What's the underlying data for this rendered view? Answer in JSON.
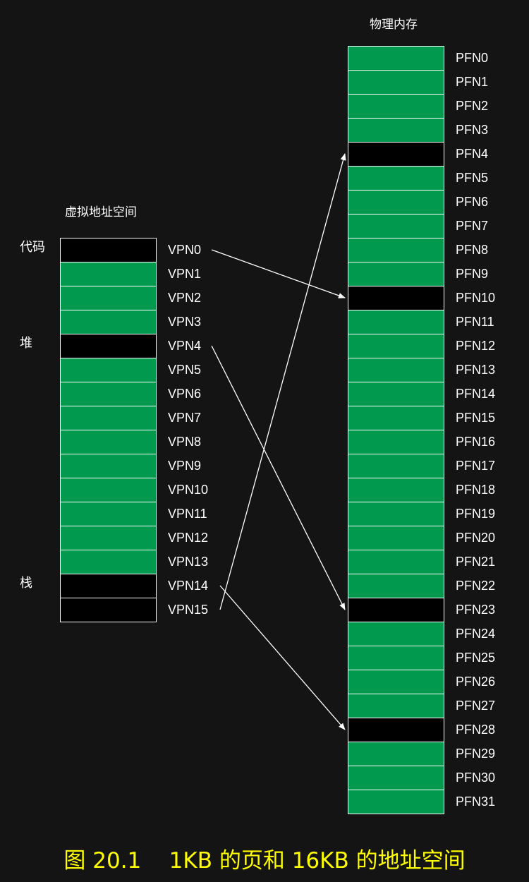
{
  "virtual": {
    "title": "虚拟地址空间",
    "pages": [
      {
        "label": "VPN0",
        "mapped": false
      },
      {
        "label": "VPN1",
        "mapped": true
      },
      {
        "label": "VPN2",
        "mapped": true
      },
      {
        "label": "VPN3",
        "mapped": true
      },
      {
        "label": "VPN4",
        "mapped": false
      },
      {
        "label": "VPN5",
        "mapped": true
      },
      {
        "label": "VPN6",
        "mapped": true
      },
      {
        "label": "VPN7",
        "mapped": true
      },
      {
        "label": "VPN8",
        "mapped": true
      },
      {
        "label": "VPN9",
        "mapped": true
      },
      {
        "label": "VPN10",
        "mapped": true
      },
      {
        "label": "VPN11",
        "mapped": true
      },
      {
        "label": "VPN12",
        "mapped": true
      },
      {
        "label": "VPN13",
        "mapped": true
      },
      {
        "label": "VPN14",
        "mapped": false
      },
      {
        "label": "VPN15",
        "mapped": false
      }
    ],
    "segments": [
      {
        "label": "代码",
        "page": 0
      },
      {
        "label": "堆",
        "page": 4
      },
      {
        "label": "栈",
        "page": 14
      }
    ]
  },
  "physical": {
    "title": "物理内存",
    "frames": [
      {
        "label": "PFN0",
        "used": true
      },
      {
        "label": "PFN1",
        "used": true
      },
      {
        "label": "PFN2",
        "used": true
      },
      {
        "label": "PFN3",
        "used": true
      },
      {
        "label": "PFN4",
        "used": false
      },
      {
        "label": "PFN5",
        "used": true
      },
      {
        "label": "PFN6",
        "used": true
      },
      {
        "label": "PFN7",
        "used": true
      },
      {
        "label": "PFN8",
        "used": true
      },
      {
        "label": "PFN9",
        "used": true
      },
      {
        "label": "PFN10",
        "used": false
      },
      {
        "label": "PFN11",
        "used": true
      },
      {
        "label": "PFN12",
        "used": true
      },
      {
        "label": "PFN13",
        "used": true
      },
      {
        "label": "PFN14",
        "used": true
      },
      {
        "label": "PFN15",
        "used": true
      },
      {
        "label": "PFN16",
        "used": true
      },
      {
        "label": "PFN17",
        "used": true
      },
      {
        "label": "PFN18",
        "used": true
      },
      {
        "label": "PFN19",
        "used": true
      },
      {
        "label": "PFN20",
        "used": true
      },
      {
        "label": "PFN21",
        "used": true
      },
      {
        "label": "PFN22",
        "used": true
      },
      {
        "label": "PFN23",
        "used": false
      },
      {
        "label": "PFN24",
        "used": true
      },
      {
        "label": "PFN25",
        "used": true
      },
      {
        "label": "PFN26",
        "used": true
      },
      {
        "label": "PFN27",
        "used": true
      },
      {
        "label": "PFN28",
        "used": false
      },
      {
        "label": "PFN29",
        "used": true
      },
      {
        "label": "PFN30",
        "used": true
      },
      {
        "label": "PFN31",
        "used": true
      }
    ]
  },
  "mappings": [
    {
      "vpn": 0,
      "pfn": 10
    },
    {
      "vpn": 4,
      "pfn": 23
    },
    {
      "vpn": 14,
      "pfn": 28
    },
    {
      "vpn": 15,
      "pfn": 4
    }
  ],
  "colors": {
    "used": "#00994d",
    "free": "#000000",
    "background": "#141414",
    "caption": "#ffff00"
  },
  "caption": "图 20.1    1KB 的页和 16KB 的地址空间"
}
